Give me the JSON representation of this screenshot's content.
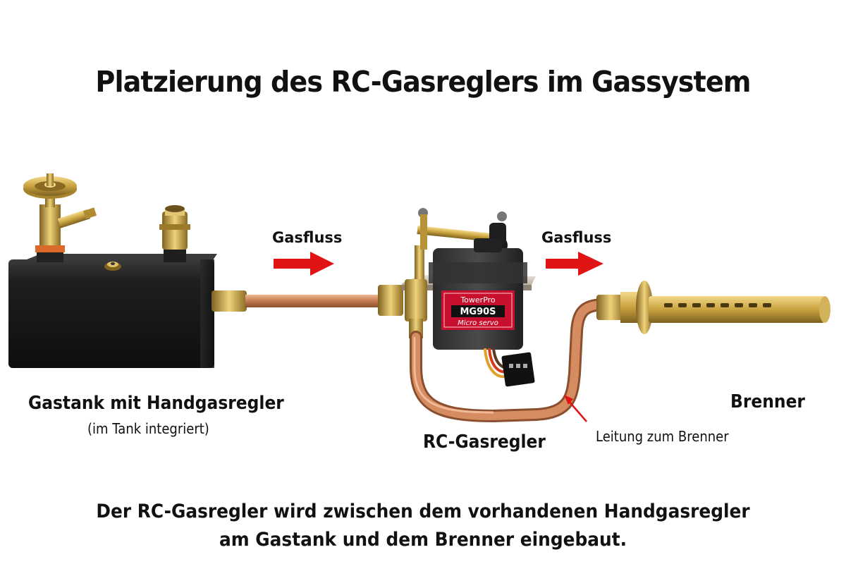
{
  "title": "Platzierung des RC-Gasreglers im Gassystem",
  "flow_labels": [
    "Gasfluss",
    "Gasfluss"
  ],
  "labels": {
    "tank": "Gastank mit Handgasregler",
    "tank_sub": "(im Tank integriert)",
    "regulator": "RC-Gasregler",
    "line": "Leitung zum Brenner",
    "burner": "Brenner"
  },
  "servo": {
    "brand": "TowerPro",
    "model": "MG90S",
    "type": "Micro servo"
  },
  "footer": {
    "line1": "Der RC-Gasregler wird zwischen dem vorhandenen Handgasregler",
    "line2": "am Gastank und dem Brenner eingebaut."
  },
  "colors": {
    "arrow": "#e01414",
    "copper": "#c9825a",
    "brass": "#c9a23f",
    "tank": "#1b1b1b",
    "servo_label": "#c8102e"
  }
}
